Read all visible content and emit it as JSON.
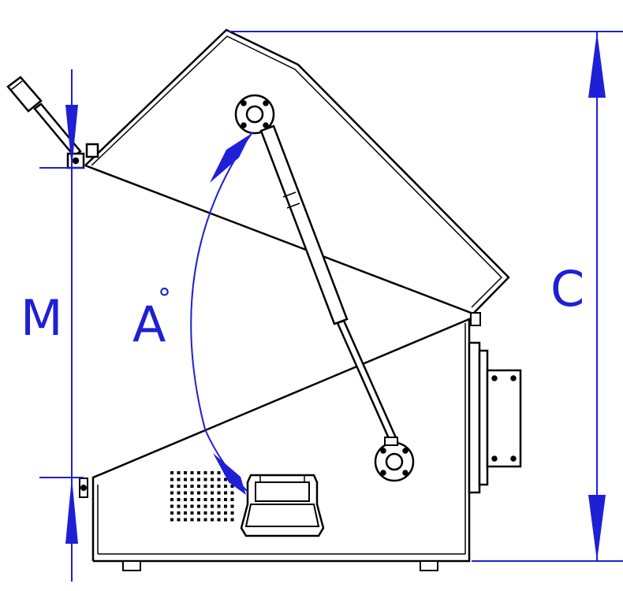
{
  "labels": {
    "dim_m": "M",
    "dim_a": "A",
    "dim_a_unit": "°",
    "dim_c": "C"
  },
  "colors": {
    "dimension": "#1f1fd6",
    "drawing": "#000000",
    "background": "#ffffff"
  },
  "icons": {
    "wrench": "wrench-icon",
    "gas_spring": "gas-spring",
    "handle": "handle-icon",
    "vent": "vent-grid"
  }
}
